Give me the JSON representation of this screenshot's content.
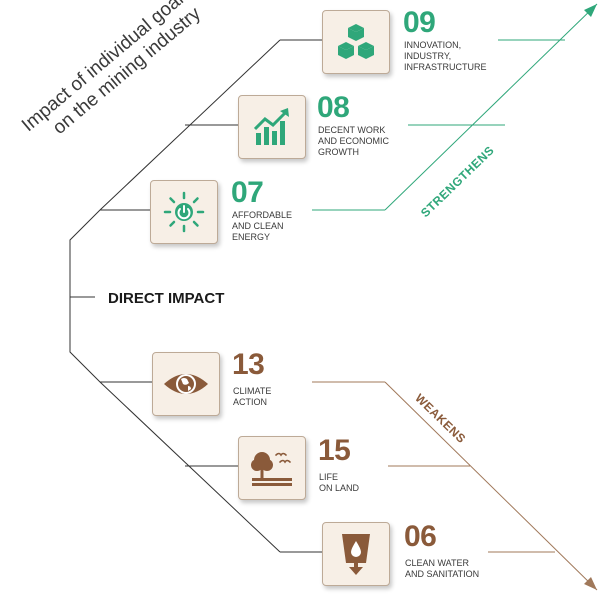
{
  "title": {
    "line1": "Impact of individual goals",
    "line2": "on the mining industry"
  },
  "center_label": "DIRECT IMPACT",
  "strengthens_label": "STRENGTHENS",
  "weakens_label": "WEAKENS",
  "colors": {
    "green": "#2fa77a",
    "brown": "#8a5a3a",
    "line": "#333333",
    "tile_bg": "#f7efe6"
  },
  "goals": [
    {
      "number": "09",
      "label": [
        "INNOVATION,",
        "INDUSTRY,",
        "INFRASTRUCTURE"
      ],
      "icon": "cubes-icon",
      "effect": "strengthens"
    },
    {
      "number": "08",
      "label": [
        "DECENT WORK",
        "AND ECONOMIC",
        "GROWTH"
      ],
      "icon": "growth-chart-icon",
      "effect": "strengthens"
    },
    {
      "number": "07",
      "label": [
        "AFFORDABLE",
        "AND CLEAN",
        "ENERGY"
      ],
      "icon": "power-sun-icon",
      "effect": "strengthens"
    },
    {
      "number": "13",
      "label": [
        "CLIMATE",
        "ACTION"
      ],
      "icon": "eye-globe-icon",
      "effect": "weakens"
    },
    {
      "number": "15",
      "label": [
        "LIFE",
        "ON LAND"
      ],
      "icon": "tree-birds-icon",
      "effect": "weakens"
    },
    {
      "number": "06",
      "label": [
        "CLEAN WATER",
        "AND SANITATION"
      ],
      "icon": "water-glass-icon",
      "effect": "weakens"
    }
  ]
}
